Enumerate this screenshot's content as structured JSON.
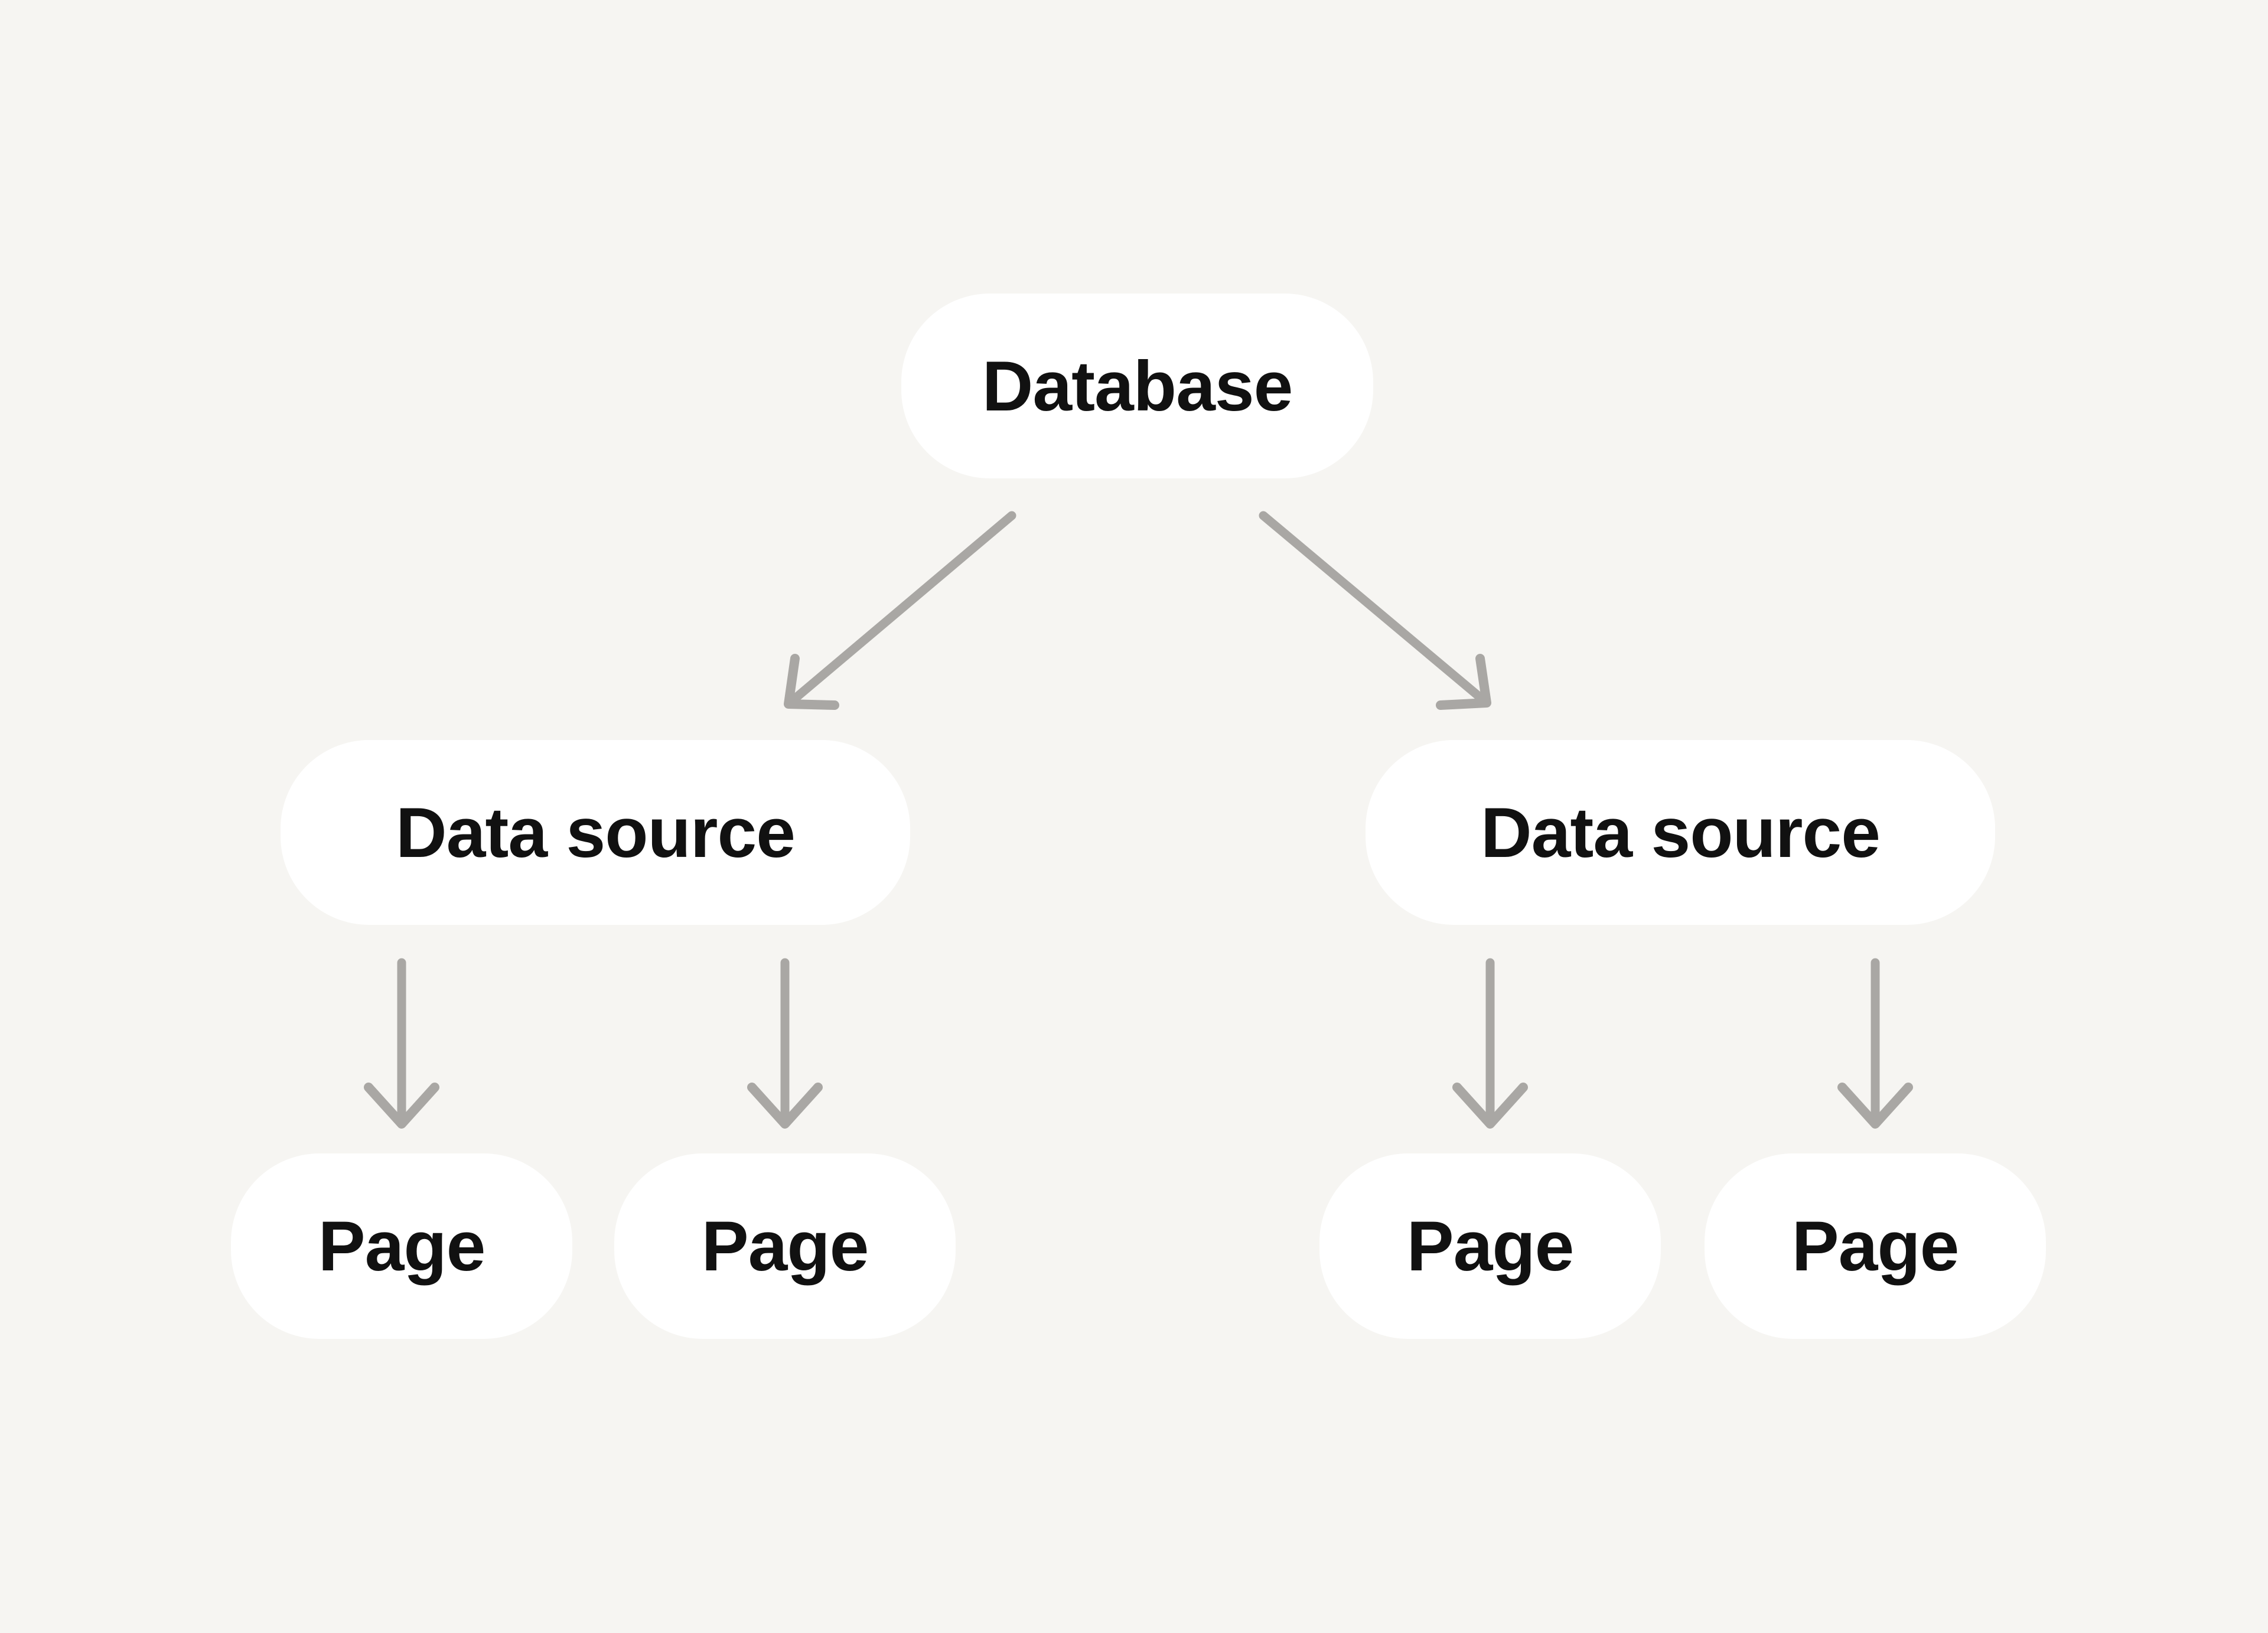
{
  "theme": {
    "background": "#F6F5F2",
    "node_fill": "#FFFFFF",
    "text_color": "#111111",
    "arrow_color": "#A9A7A4"
  },
  "diagram": {
    "type": "tree",
    "nodes": {
      "database": {
        "label": "Database"
      },
      "data_source_left": {
        "label": "Data source"
      },
      "data_source_right": {
        "label": "Data source"
      },
      "page_1": {
        "label": "Page"
      },
      "page_2": {
        "label": "Page"
      },
      "page_3": {
        "label": "Page"
      },
      "page_4": {
        "label": "Page"
      }
    },
    "edges": [
      {
        "from": "database",
        "to": "data_source_left"
      },
      {
        "from": "database",
        "to": "data_source_right"
      },
      {
        "from": "data_source_left",
        "to": "page_1"
      },
      {
        "from": "data_source_left",
        "to": "page_2"
      },
      {
        "from": "data_source_right",
        "to": "page_3"
      },
      {
        "from": "data_source_right",
        "to": "page_4"
      }
    ]
  }
}
